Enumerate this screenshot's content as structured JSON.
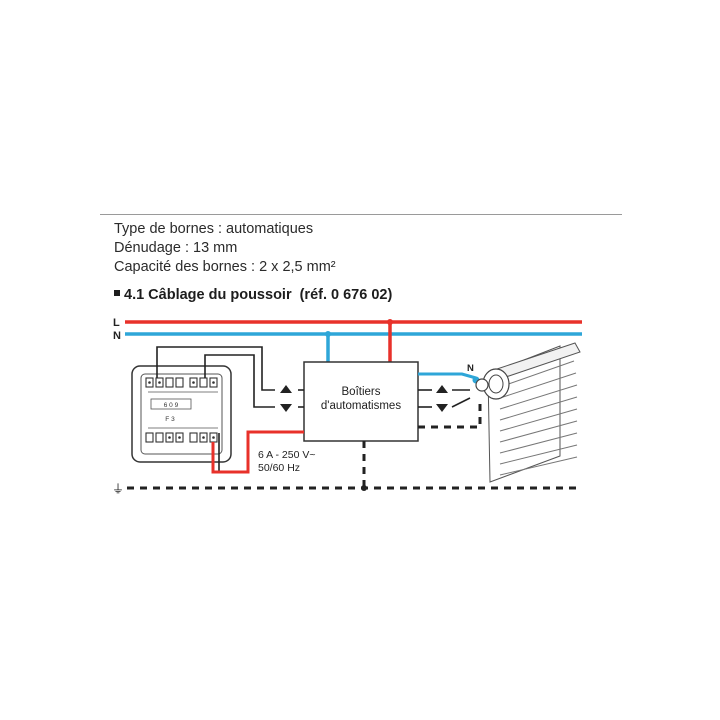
{
  "specs": {
    "line1": "Type de bornes : automatiques",
    "line2": "Dénudage : 13 mm",
    "line3": "Capacité des bornes : 2 x 2,5 mm²"
  },
  "section": {
    "title": "4.1 Câblage du poussoir",
    "ref": "(réf. 0 676 02)"
  },
  "diagram": {
    "label_L": "L",
    "label_N": "N",
    "label_N_motor": "N",
    "box_label_1": "Boîtiers",
    "box_label_2": "d'automatismes",
    "rating_1": "6 A - 250 V~",
    "rating_2": "50/60 Hz",
    "switch_text_1": "6 0 9",
    "switch_text_2": "F 3",
    "ground_symbol": "⏚"
  },
  "colors": {
    "live": "#e8312a",
    "neutral": "#2ea6d8",
    "wire": "#222222",
    "box_border": "#333333"
  }
}
